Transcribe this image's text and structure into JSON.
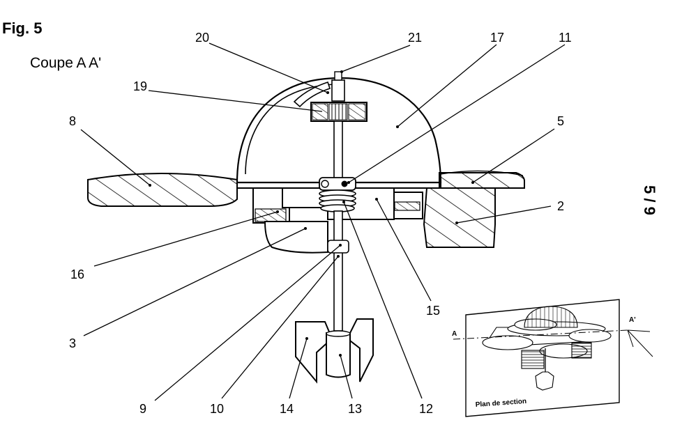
{
  "figure_label": "Fig. 5",
  "section_label": "Coupe A A'",
  "page_number": "5 / 9",
  "callouts": {
    "c20": "20",
    "c21": "21",
    "c17": "17",
    "c11": "11",
    "c19": "19",
    "c8": "8",
    "c5": "5",
    "c2": "2",
    "c16": "16",
    "c3": "3",
    "c15": "15",
    "c9": "9",
    "c10": "10",
    "c14": "14",
    "c13": "13",
    "c12": "12"
  },
  "inset": {
    "caption": "Plan de section",
    "marker_a": "A",
    "marker_a_prime": "A'"
  }
}
